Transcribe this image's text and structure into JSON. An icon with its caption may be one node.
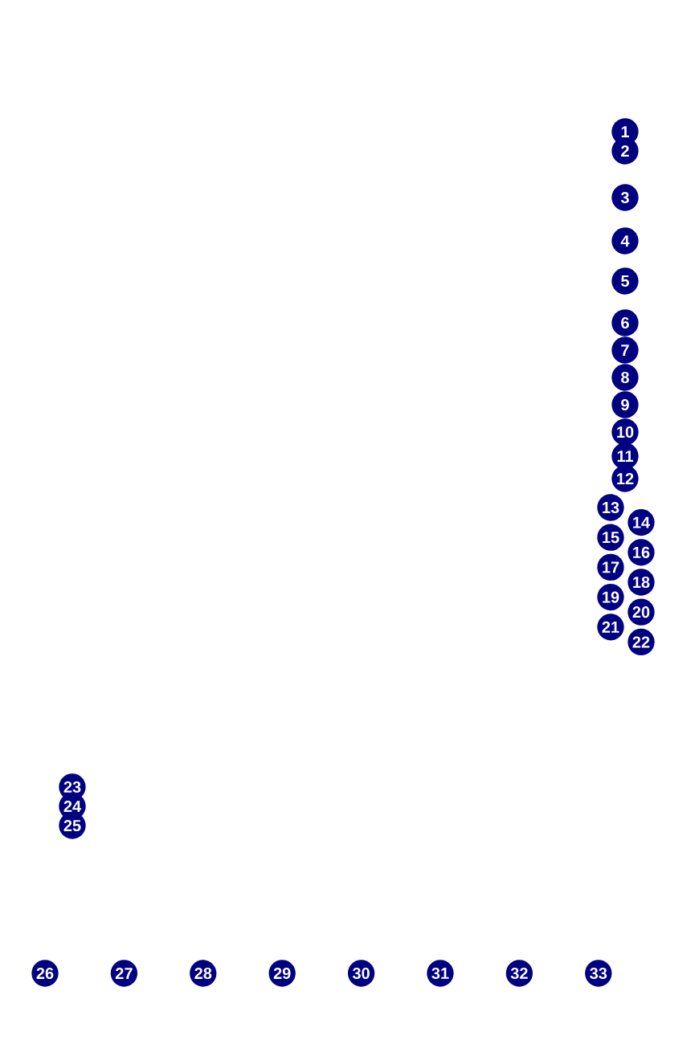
{
  "diagram": {
    "labels": [
      "1",
      "2",
      "3",
      "4",
      "5",
      "6",
      "7",
      "8",
      "9",
      "10",
      "11",
      "12",
      "13",
      "14",
      "15",
      "16",
      "17",
      "18",
      "19",
      "20",
      "21",
      "22",
      "23",
      "24",
      "25",
      "26",
      "27",
      "28",
      "29",
      "30",
      "31",
      "32",
      "33"
    ]
  }
}
